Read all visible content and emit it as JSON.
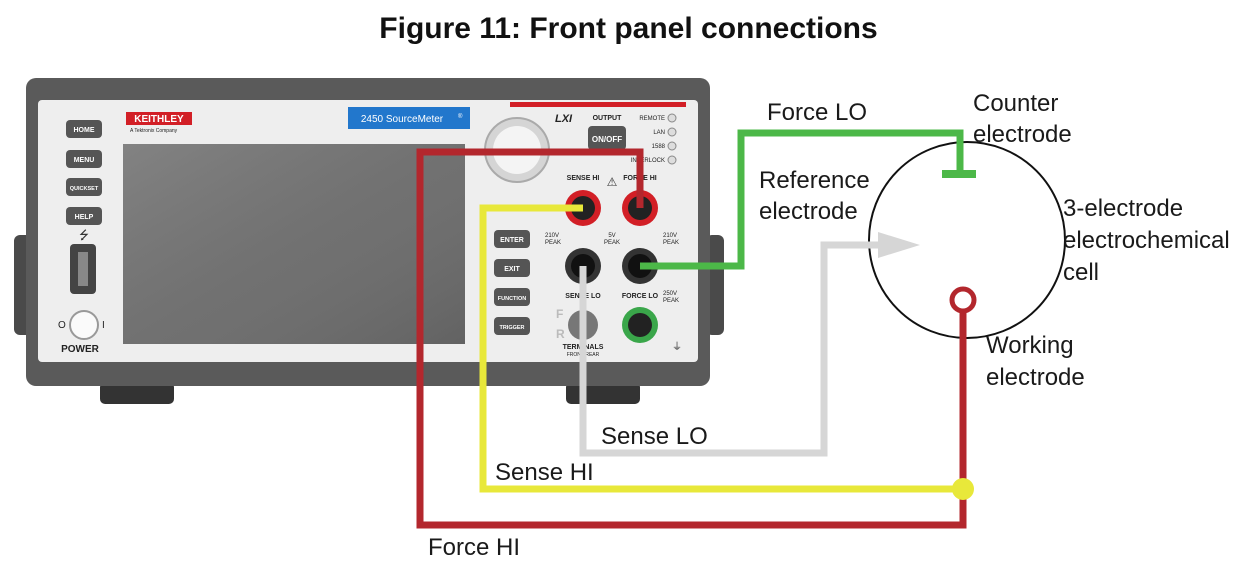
{
  "title": "Figure 11: Front panel connections",
  "instrument": {
    "brand": "KEITHLEY",
    "brand_sub": "A Tektronix Company",
    "model": "2450 SourceMeter",
    "model_mark": "®",
    "lxi": "LXI",
    "buttons_left": [
      "HOME",
      "MENU",
      "QUICKSET",
      "HELP"
    ],
    "buttons_right": [
      "ENTER",
      "EXIT",
      "FUNCTION",
      "TRIGGER"
    ],
    "output_label": "OUTPUT",
    "output_button": "ON/OFF",
    "indicators": [
      "REMOTE",
      "LAN",
      "1588",
      "INTERLOCK"
    ],
    "power_label": "POWER",
    "power_off_glyph": "O",
    "power_on_glyph": "I",
    "sense_hi": "SENSE HI",
    "force_hi": "FORCE HI",
    "sense_lo": "SENSE LO",
    "force_lo": "FORCE LO",
    "peak_210_left": "210V",
    "peak_210_right": "210V",
    "peak_5": "5V",
    "peak_250": "250V",
    "peak": "PEAK",
    "terminals": "TERMINALS",
    "front_rear": "FRONT/REAR",
    "f_glyph": "F",
    "r_glyph": "R"
  },
  "labels": {
    "force_lo": "Force LO",
    "counter_1": "Counter",
    "counter_2": "electrode",
    "reference_1": "Reference",
    "reference_2": "electrode",
    "cell_1": "3-electrode",
    "cell_2": "electrochemical",
    "cell_3": "cell",
    "working_1": "Working",
    "working_2": "electrode",
    "sense_lo": "Sense LO",
    "sense_hi": "Sense HI",
    "force_hi": "Force HI"
  },
  "colors": {
    "force_hi": "#b3272d",
    "sense_hi": "#e8e83a",
    "sense_lo": "#d6d6d6",
    "force_lo": "#4cb848",
    "chassis": "#5a5a5a",
    "screen": "#6b6b6b",
    "model_badge": "#2277cc",
    "brand_red": "#d21f26"
  }
}
